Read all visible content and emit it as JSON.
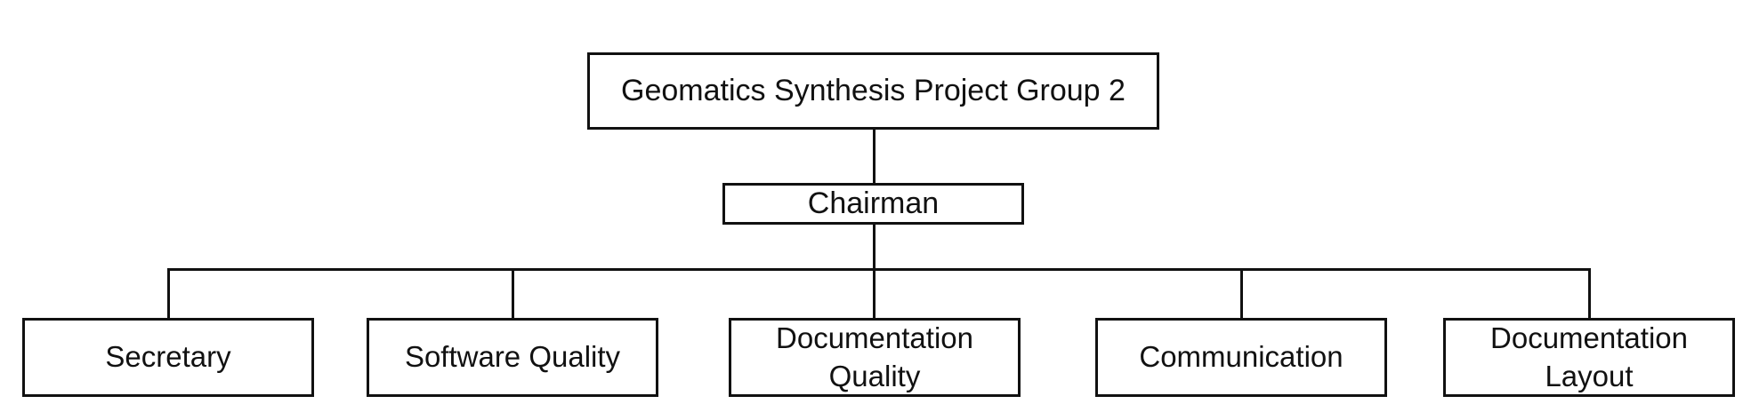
{
  "org_chart": {
    "root": {
      "label": "Geomatics Synthesis Project Group 2"
    },
    "chair": {
      "label": "Chairman"
    },
    "roles": [
      {
        "label": "Secretary"
      },
      {
        "label": "Software Quality"
      },
      {
        "label": "Documentation\nQuality"
      },
      {
        "label": "Communication"
      },
      {
        "label": "Documentation\nLayout"
      }
    ]
  },
  "colors": {
    "line": "#111111",
    "box_border": "#111111",
    "background": "#ffffff"
  }
}
